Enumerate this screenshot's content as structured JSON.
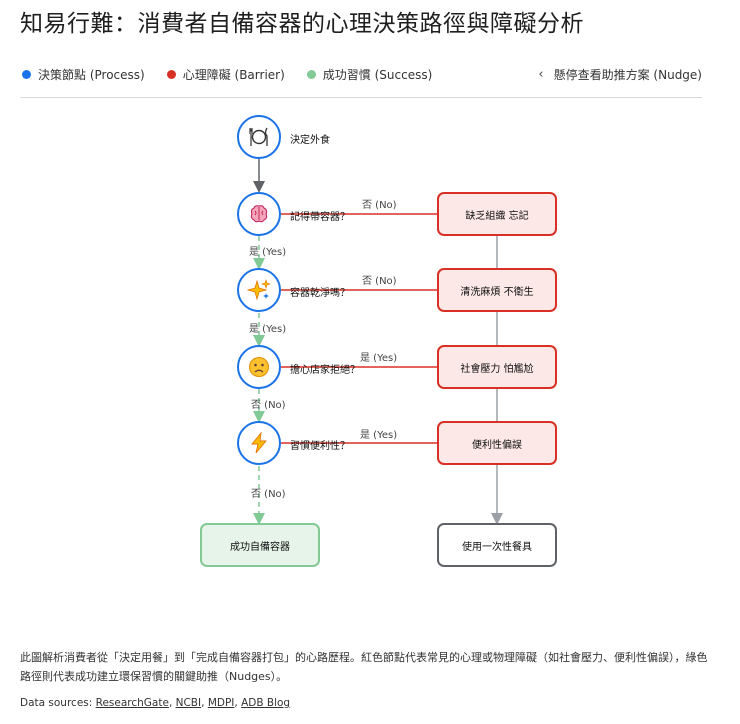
{
  "title": "知易行難：消費者自備容器的心理決策路徑與障礙分析",
  "legend": [
    {
      "label": "決策節點 (Process)",
      "color": "#1a73e8"
    },
    {
      "label": "心理障礙 (Barrier)",
      "color": "#d93025"
    },
    {
      "label": "成功習慣 (Success)",
      "color": "#81c995"
    }
  ],
  "nudge_toggle": "懸停查看助推方案 (Nudge)",
  "nodes": {
    "start": {
      "label": "決定外食",
      "icon": "plate-cutlery-icon"
    },
    "q1": {
      "label": "記得帶容器？",
      "icon": "brain-icon"
    },
    "q2": {
      "label": "容器乾淨嗎？",
      "icon": "sparkles-icon"
    },
    "q3": {
      "label": "擔心店家拒絕？",
      "icon": "worried-face-icon"
    },
    "q4": {
      "label": "習慣便利性？",
      "icon": "lightning-icon"
    }
  },
  "barriers": {
    "b1": "缺乏組織 忘記",
    "b2": "清洗麻煩 不衛生",
    "b3": "社會壓力 怕尷尬",
    "b4": "便利性偏誤"
  },
  "success": "成功自備容器",
  "outcome": "使用一次性餐具",
  "edge_labels": {
    "q1_no": "否 (No)",
    "q1_yes": "是 (Yes)",
    "q2_no": "否 (No)",
    "q2_yes": "是 (Yes)",
    "q3_yes": "是 (Yes)",
    "q3_no": "否 (No)",
    "q4_yes": "是 (Yes)",
    "q4_no": "否 (No)"
  },
  "footer": "此圖解析消費者從「決定用餐」到「完成自備容器打包」的心路歷程。紅色節點代表常見的心理或物理障礙（如社會壓力、便利性偏誤），綠色路徑則代表成功建立環保習慣的關鍵助推（Nudges）。",
  "sources": {
    "prefix": "Data sources: ",
    "links": [
      "ResearchGate",
      "NCBI",
      "MDPI",
      "ADB Blog"
    ]
  }
}
